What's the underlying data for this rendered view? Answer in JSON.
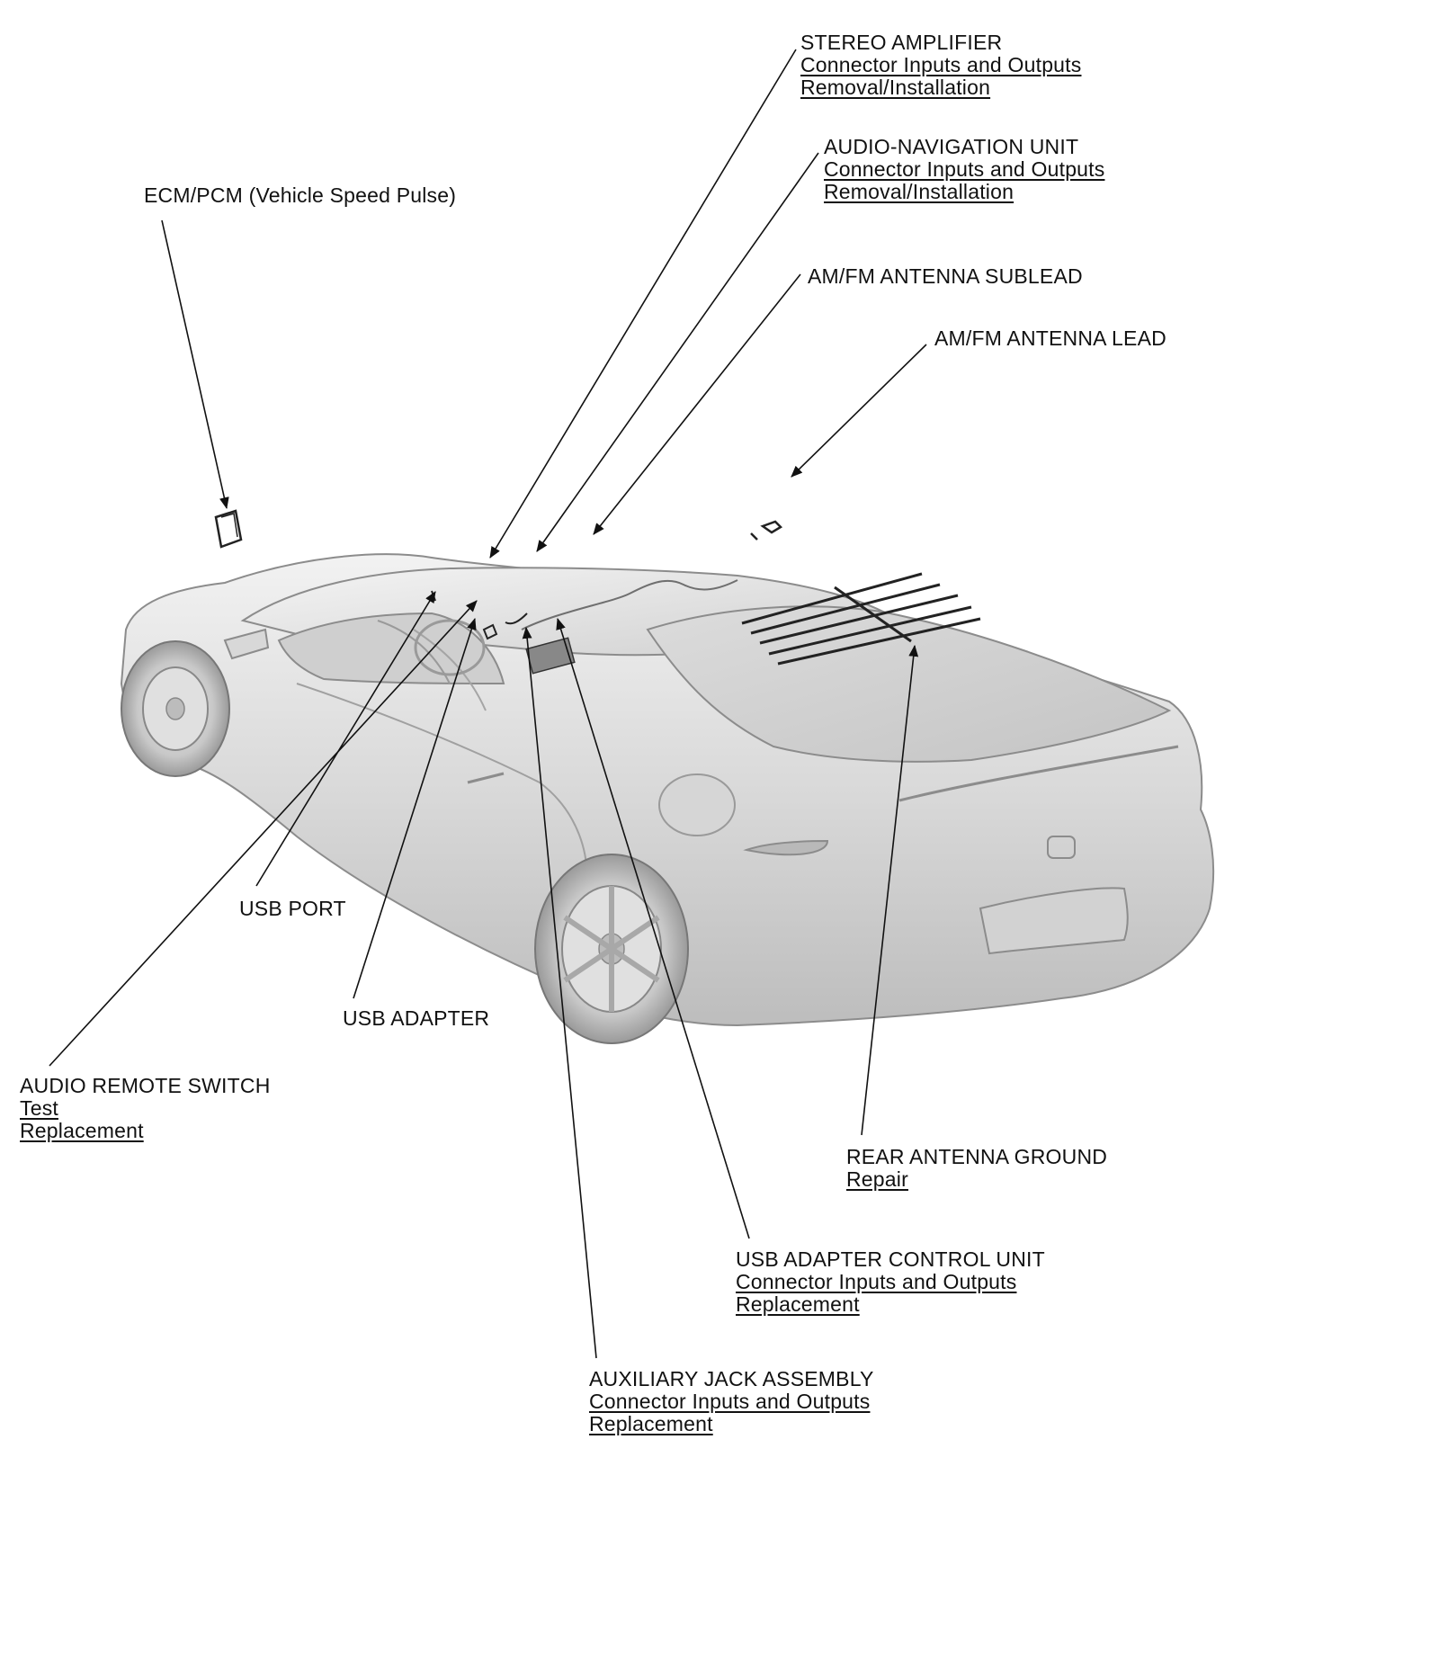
{
  "callouts": {
    "stereo_amplifier": {
      "title": "STEREO AMPLIFIER",
      "links": [
        "Connector Inputs and Outputs",
        "Removal/Installation"
      ]
    },
    "audio_navigation_unit": {
      "title": "AUDIO-NAVIGATION UNIT",
      "links": [
        "Connector Inputs and Outputs",
        "Removal/Installation"
      ]
    },
    "ecm_pcm": {
      "title": "ECM/PCM (Vehicle Speed Pulse)"
    },
    "am_fm_antenna_sublead": {
      "title": "AM/FM ANTENNA SUBLEAD"
    },
    "am_fm_antenna_lead": {
      "title": "AM/FM ANTENNA LEAD"
    },
    "usb_port": {
      "title": "USB PORT"
    },
    "usb_adapter": {
      "title": "USB ADAPTER"
    },
    "audio_remote_switch": {
      "title": "AUDIO REMOTE SWITCH",
      "links": [
        "Test",
        "Replacement"
      ]
    },
    "rear_antenna_ground": {
      "title": "REAR ANTENNA GROUND",
      "links": [
        "Repair"
      ]
    },
    "usb_adapter_control_unit": {
      "title": "USB ADAPTER CONTROL UNIT",
      "links": [
        "Connector Inputs and Outputs",
        "Replacement"
      ]
    },
    "auxiliary_jack_assembly": {
      "title": "AUXILIARY JACK ASSEMBLY",
      "links": [
        "Connector Inputs and Outputs",
        "Replacement"
      ]
    }
  }
}
